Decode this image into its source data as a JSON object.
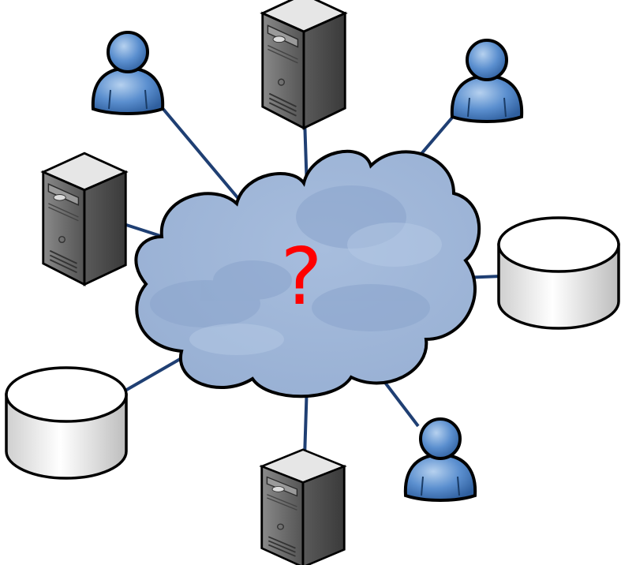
{
  "diagram": {
    "center_label": "?",
    "center_node": "cloud-icon",
    "link_color": "#1f3f73",
    "label_color": "#ff0000",
    "nodes": [
      {
        "id": "user-top-left",
        "icon": "user-icon"
      },
      {
        "id": "server-top",
        "icon": "server-tower-icon"
      },
      {
        "id": "user-top-right",
        "icon": "user-icon"
      },
      {
        "id": "server-left",
        "icon": "server-tower-icon"
      },
      {
        "id": "database-right",
        "icon": "database-icon"
      },
      {
        "id": "database-bottom-left",
        "icon": "database-icon"
      },
      {
        "id": "server-bottom",
        "icon": "server-tower-icon"
      },
      {
        "id": "user-bottom-right",
        "icon": "user-icon"
      }
    ]
  }
}
